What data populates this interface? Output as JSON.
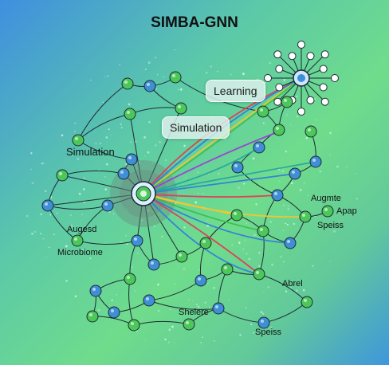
{
  "title": "SIMBA-GNN",
  "callouts": {
    "learning": "Learning",
    "simulation_pill": "Simulation"
  },
  "labels": {
    "simulation_left": "Simulation",
    "augesd": "Augesd",
    "microbiome": "Microbiome",
    "augmte": "Augmte",
    "apap": "Apap",
    "speiss_right": "Speiss",
    "abrel": "Abrel",
    "shelere": "Shelere",
    "speiss_bottom": "Speiss"
  },
  "colors": {
    "edge_dark": "#1d2a33",
    "node_blue": "#3f8fd6",
    "node_green": "#4cc85a",
    "hub_glow": "#6c7d7a",
    "ray_colors": [
      "#e23b5a",
      "#f3c62f",
      "#3bbf4f",
      "#2f7fd8",
      "#9b3fd6",
      "#24a7a0"
    ]
  }
}
